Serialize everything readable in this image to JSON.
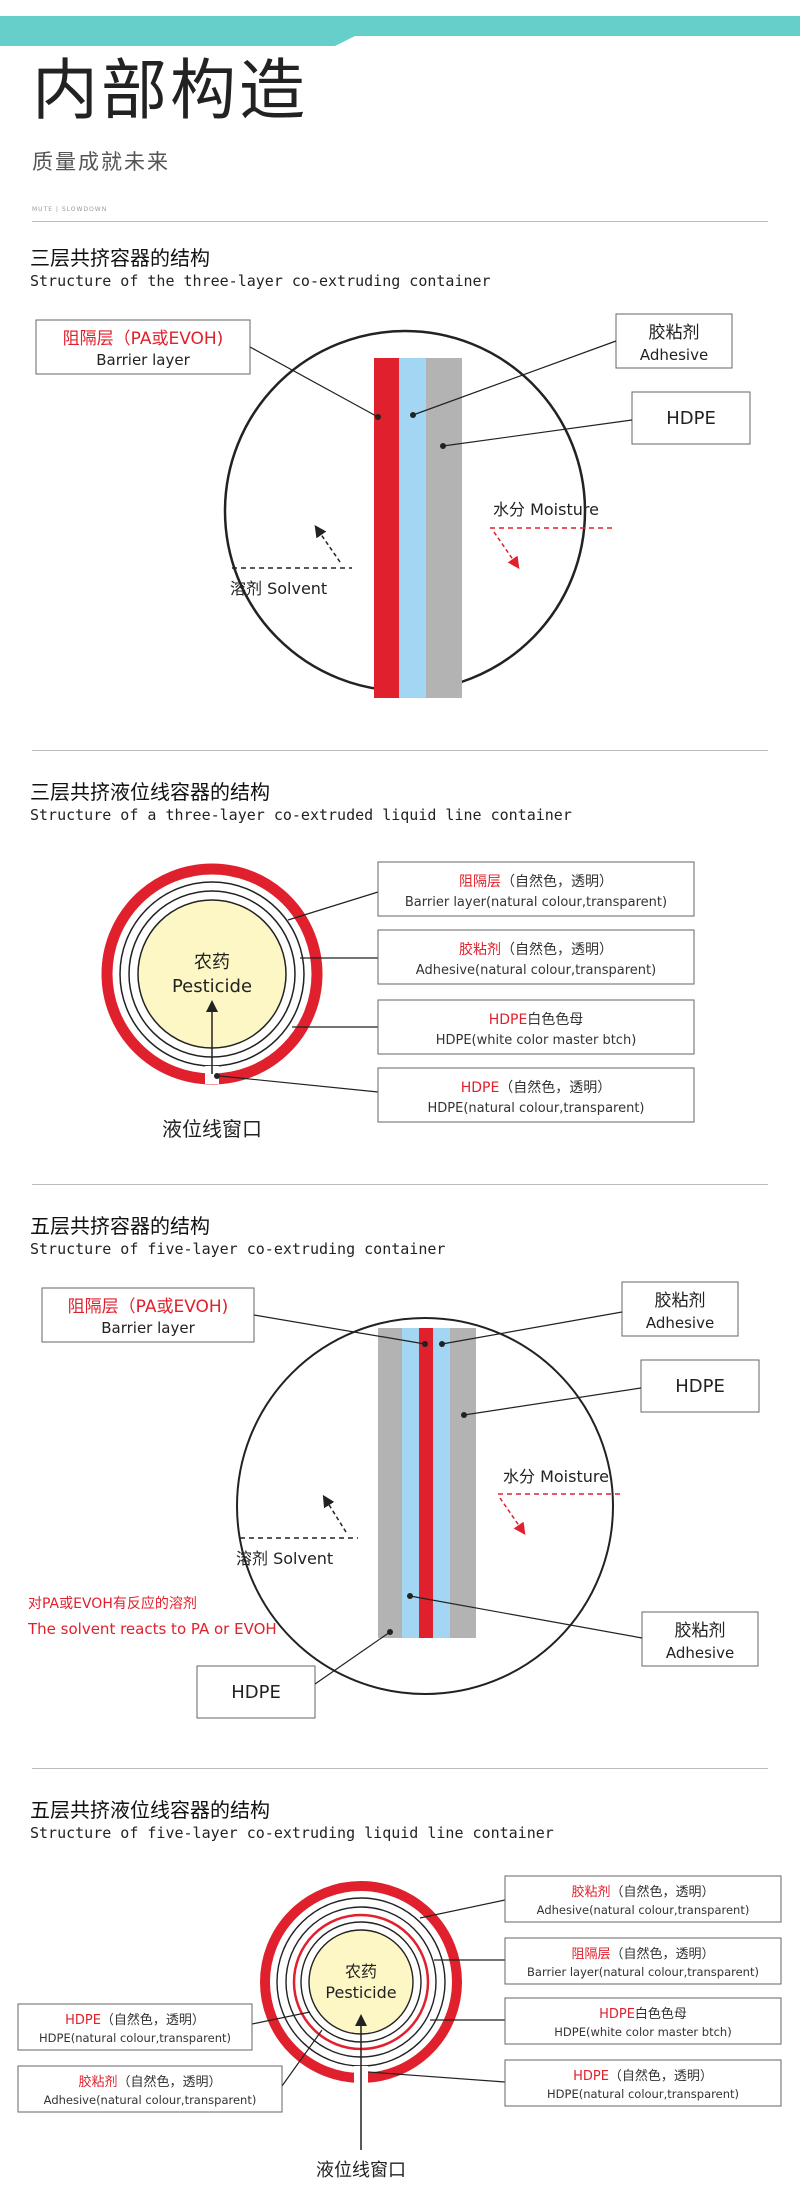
{
  "header": {
    "title": "内部构造",
    "subtitle": "质量成就未来",
    "tiny_label": "MUTE | SLOWDOWN"
  },
  "colors": {
    "teal": "#66cfc9",
    "red": "#e0202c",
    "light_blue": "#a3d6f2",
    "gray": "#b3b3b3",
    "cream": "#fdf7c6",
    "dark": "#222222"
  },
  "section1": {
    "title_cn": "三层共挤容器的结构",
    "title_en": "Structure of the three-layer co-extruding container",
    "barrier_cn": "阻隔层（PA或EVOH)",
    "barrier_en": "Barrier layer",
    "adhesive_cn": "胶粘剂",
    "adhesive_en": "Adhesive",
    "hdpe": "HDPE",
    "moisture": "水分 Moisture",
    "solvent": "溶剂 Solvent"
  },
  "section2": {
    "title_cn": "三层共挤液位线容器的结构",
    "title_en": "Structure of a three-layer co-extruded liquid line container",
    "center_cn": "农药",
    "center_en": "Pesticide",
    "window_label": "液位线窗口",
    "labels": [
      {
        "red": "阻隔层",
        "rest": "（自然色，透明）",
        "en": "Barrier layer(natural colour,transparent)"
      },
      {
        "red": "胶粘剂",
        "rest": "（自然色，透明）",
        "en": "Adhesive(natural colour,transparent)"
      },
      {
        "red": "HDPE",
        "rest": "白色色母",
        "en": "HDPE(white color master btch)"
      },
      {
        "red": "HDPE",
        "rest": "（自然色，透明）",
        "en": "HDPE(natural colour,transparent)"
      }
    ]
  },
  "section3": {
    "title_cn": "五层共挤容器的结构",
    "title_en": "Structure of five-layer co-extruding container",
    "barrier_cn": "阻隔层（PA或EVOH)",
    "barrier_en": "Barrier layer",
    "adhesive_cn": "胶粘剂",
    "adhesive_en": "Adhesive",
    "hdpe": "HDPE",
    "moisture": "水分 Moisture",
    "solvent": "溶剂 Solvent",
    "react_cn": "对PA或EVOH有反应的溶剂",
    "react_en": "The solvent reacts to PA or EVOH",
    "adhesive2_cn": "胶粘剂",
    "adhesive2_en": "Adhesive",
    "hdpe2": "HDPE"
  },
  "section4": {
    "title_cn": "五层共挤液位线容器的结构",
    "title_en": "Structure of five-layer co-extruding liquid line container",
    "center_cn": "农药",
    "center_en": "Pesticide",
    "window_label": "液位线窗口",
    "right_labels": [
      {
        "red": "胶粘剂",
        "rest": "（自然色，透明）",
        "en": "Adhesive(natural colour,transparent)"
      },
      {
        "red": "阻隔层",
        "rest": "（自然色，透明）",
        "en": "Barrier layer(natural colour,transparent)"
      },
      {
        "red": "HDPE",
        "rest": "白色色母",
        "en": "HDPE(white color master btch)"
      },
      {
        "red": "HDPE",
        "rest": "（自然色，透明）",
        "en": "HDPE(natural colour,transparent)"
      }
    ],
    "left_labels": [
      {
        "red": "HDPE",
        "rest": "（自然色，透明）",
        "en": "HDPE(natural colour,transparent)"
      },
      {
        "red": "胶粘剂",
        "rest": "（自然色，透明）",
        "en": "Adhesive(natural colour,transparent)"
      }
    ]
  }
}
